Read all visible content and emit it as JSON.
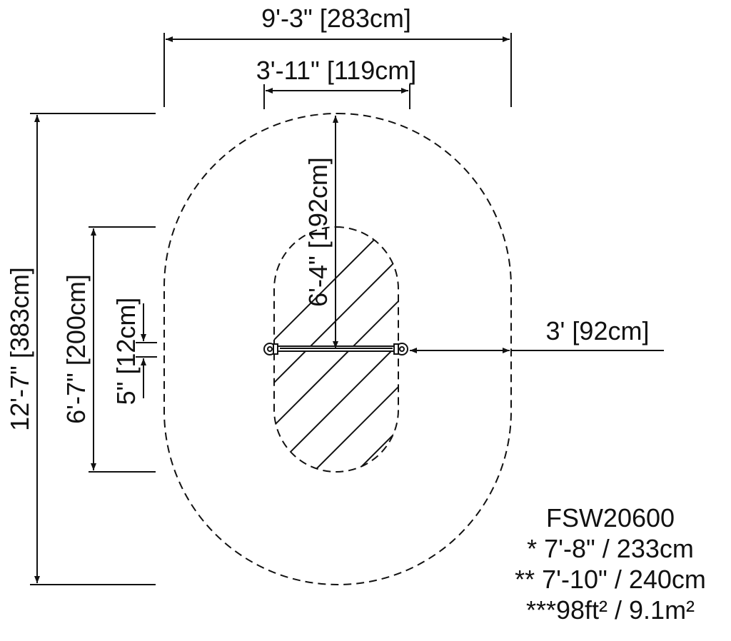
{
  "dimensions": {
    "overall_width": "9'-3\" [283cm]",
    "inner_width": "3'-11\" [119cm]",
    "inner_half_length": "6'-4\" [192cm]",
    "side_clearance": "3' [92cm]",
    "overall_length": "12'-7\" [383cm]",
    "inner_length": "6'-7\" [200cm]",
    "small_gap": "5\" [12cm]"
  },
  "notes": {
    "model": "FSW20600",
    "line1": "* 7'-8\" / 233cm",
    "line2": "** 7'-10\" / 240cm",
    "line3": "***98ft² / 9.1m²"
  }
}
